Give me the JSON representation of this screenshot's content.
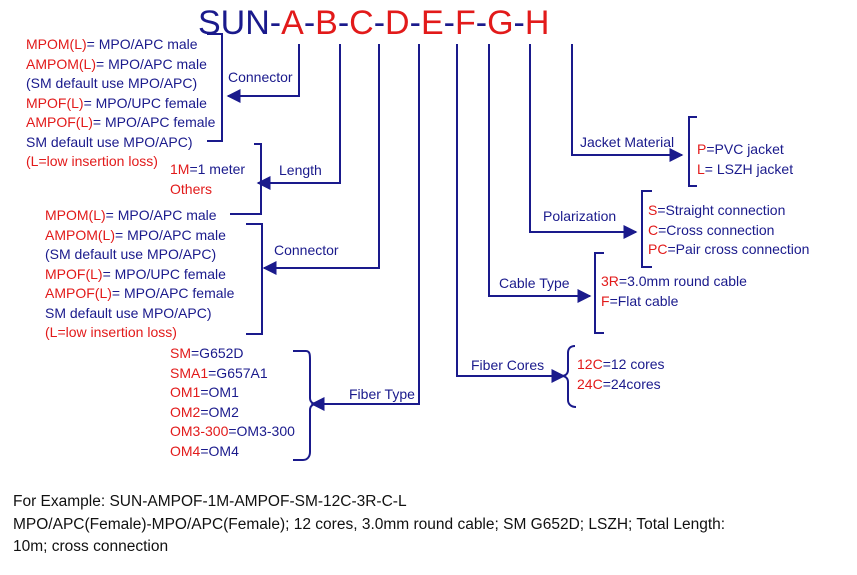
{
  "title": {
    "prefix": "SUN",
    "segments": [
      "A",
      "B",
      "C",
      "D",
      "E",
      "F",
      "G",
      "H"
    ],
    "separator": "-"
  },
  "connector_a": {
    "label": "Connector",
    "items": [
      {
        "code": "MPOM(L)",
        "desc": "= MPO/APC male"
      },
      {
        "code": "AMPOM(L)",
        "desc": "= MPO/APC male"
      },
      {
        "code": "",
        "desc": "(SM default use MPO/APC)"
      },
      {
        "code": "MPOF(L)",
        "desc": "= MPO/UPC female"
      },
      {
        "code": "AMPOF(L)",
        "desc": "= MPO/APC female"
      },
      {
        "code": "",
        "desc": "SM default use MPO/APC)"
      },
      {
        "code": "(L=low insertion loss)",
        "desc": ""
      }
    ]
  },
  "length": {
    "label": "Length",
    "items": [
      {
        "code": "1M",
        "desc": "=1 meter"
      },
      {
        "code": "Others",
        "desc": ""
      }
    ]
  },
  "connector_c": {
    "label": "Connector",
    "items": [
      {
        "code": "MPOM(L)",
        "desc": "= MPO/APC male"
      },
      {
        "code": "AMPOM(L)",
        "desc": "= MPO/APC male"
      },
      {
        "code": "",
        "desc": "(SM default use MPO/APC)"
      },
      {
        "code": "MPOF(L)",
        "desc": "= MPO/UPC female"
      },
      {
        "code": "AMPOF(L)",
        "desc": "= MPO/APC female"
      },
      {
        "code": "",
        "desc": "SM default use MPO/APC)"
      },
      {
        "code": "(L=low insertion loss)",
        "desc": ""
      }
    ]
  },
  "fiber_type": {
    "label": "Fiber Type",
    "items": [
      {
        "code": "SM",
        "desc": "=G652D"
      },
      {
        "code": "SMA1",
        "desc": "=G657A1"
      },
      {
        "code": "OM1",
        "desc": "=OM1"
      },
      {
        "code": "OM2",
        "desc": "=OM2"
      },
      {
        "code": "OM3-300",
        "desc": "=OM3-300"
      },
      {
        "code": "OM4",
        "desc": "=OM4"
      }
    ]
  },
  "fiber_cores": {
    "label": "Fiber Cores",
    "items": [
      {
        "code": "12C",
        "desc": "=12 cores"
      },
      {
        "code": "24C",
        "desc": "=24cores"
      }
    ]
  },
  "cable_type": {
    "label": "Cable Type",
    "items": [
      {
        "code": "3R",
        "desc": "=3.0mm round cable"
      },
      {
        "code": "F",
        "desc": "=Flat cable"
      }
    ]
  },
  "polarization": {
    "label": "Polarization",
    "items": [
      {
        "code": "S",
        "desc": "=Straight connection"
      },
      {
        "code": "C",
        "desc": "=Cross connection"
      },
      {
        "code": "PC",
        "desc": "=Pair cross connection"
      }
    ]
  },
  "jacket": {
    "label": "Jacket Material",
    "items": [
      {
        "code": "P",
        "desc": "=PVC jacket"
      },
      {
        "code": "L",
        "desc": "= LSZH jacket"
      }
    ]
  },
  "example": {
    "line1": "For Example: SUN-AMPOF-1M-AMPOF-SM-12C-3R-C-L",
    "line2": "MPO/APC(Female)-MPO/APC(Female); 12 cores, 3.0mm round cable; SM G652D; LSZH; Total Length:",
    "line3": "10m; cross connection"
  },
  "colors": {
    "navy": "#1a1a8c",
    "red": "#e21a1a",
    "line": "#1a1a8c"
  }
}
